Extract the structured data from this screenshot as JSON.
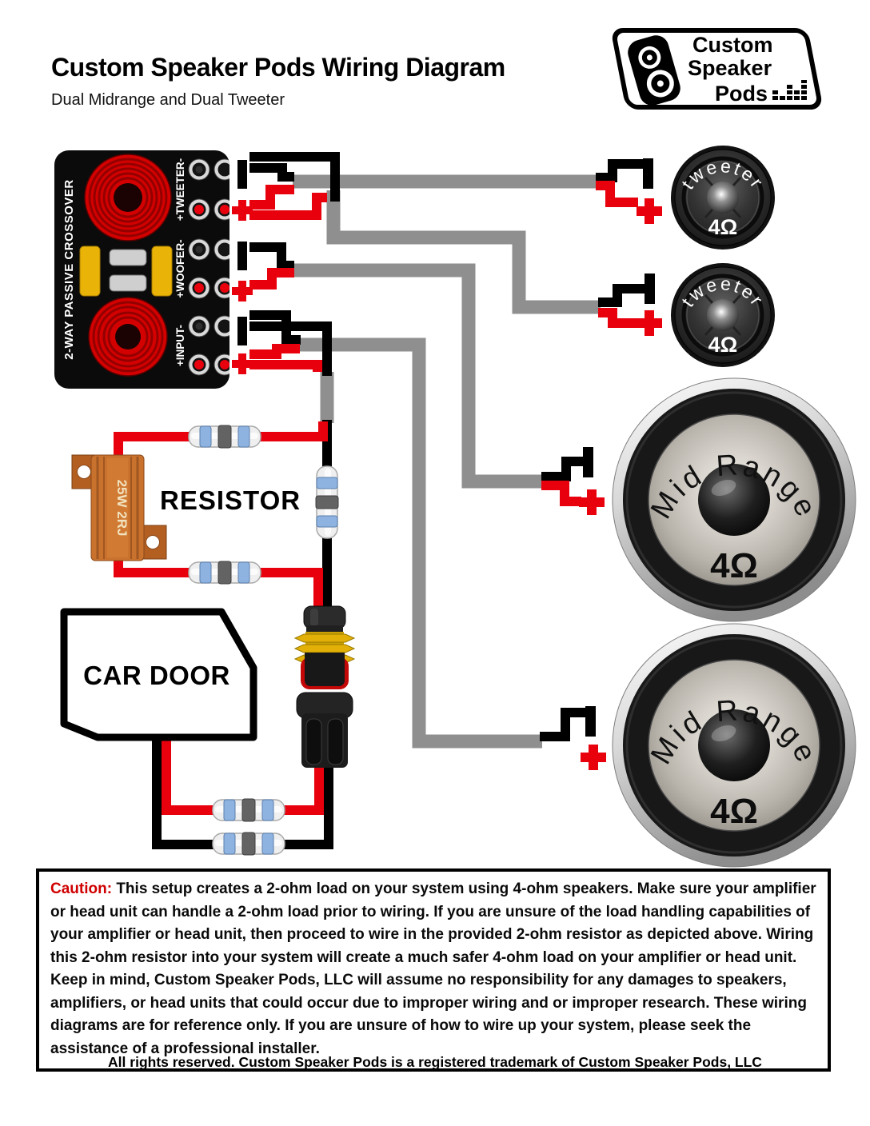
{
  "header": {
    "title": "Custom Speaker Pods Wiring Diagram",
    "subtitle": "Dual Midrange and Dual Tweeter"
  },
  "logo": {
    "line1": "Custom",
    "line2": "Speaker",
    "line3": "Pods"
  },
  "crossover": {
    "label": "2-WAY PASSIVE CROSSOVER",
    "terminals": [
      {
        "label": "+TWEETER-"
      },
      {
        "label": "+WOOFER-"
      },
      {
        "label": "+INPUT-"
      }
    ]
  },
  "resistor": {
    "label": "RESISTOR",
    "rating": "25W 2RJ"
  },
  "car_door": {
    "label": "CAR DOOR"
  },
  "speakers": {
    "tweeters": [
      {
        "label": "tweeter",
        "impedance": "4Ω"
      },
      {
        "label": "tweeter",
        "impedance": "4Ω"
      }
    ],
    "midranges": [
      {
        "label": "Mid Range",
        "impedance": "4Ω"
      },
      {
        "label": "Mid Range",
        "impedance": "4Ω"
      }
    ]
  },
  "caution": {
    "prefix": "Caution:",
    "text": " This setup creates a 2-ohm load on your system using 4-ohm speakers.  Make sure your amplifier or head unit can handle a 2-ohm load prior to wiring.  If you are unsure of the load handling capabilities of your amplifier or head unit, then proceed to wire in the provided 2-ohm resistor as depicted above.  Wiring this 2-ohm resistor into your system will create a much safer 4-ohm load on your amplifier or head unit.  Keep in mind, Custom Speaker Pods, LLC will assume no responsibility for any damages to speakers, amplifiers, or head units that could occur due to improper wiring and or improper research.  These wiring diagrams are for reference only.  If you are unsure of how to wire up your system, please seek the assistance of a professional installer."
  },
  "footer": {
    "text": "All rights reserved. Custom Speaker Pods is a registered trademark of Custom Speaker Pods, LLC"
  },
  "colors": {
    "positive_wire": "#e8000d",
    "negative_wire": "#000000",
    "speaker_cable": "#8f8f8f",
    "resistor_body": "#c9722e",
    "crossover_bg": "#0b0b0b",
    "caution_accent": "#d00000"
  }
}
